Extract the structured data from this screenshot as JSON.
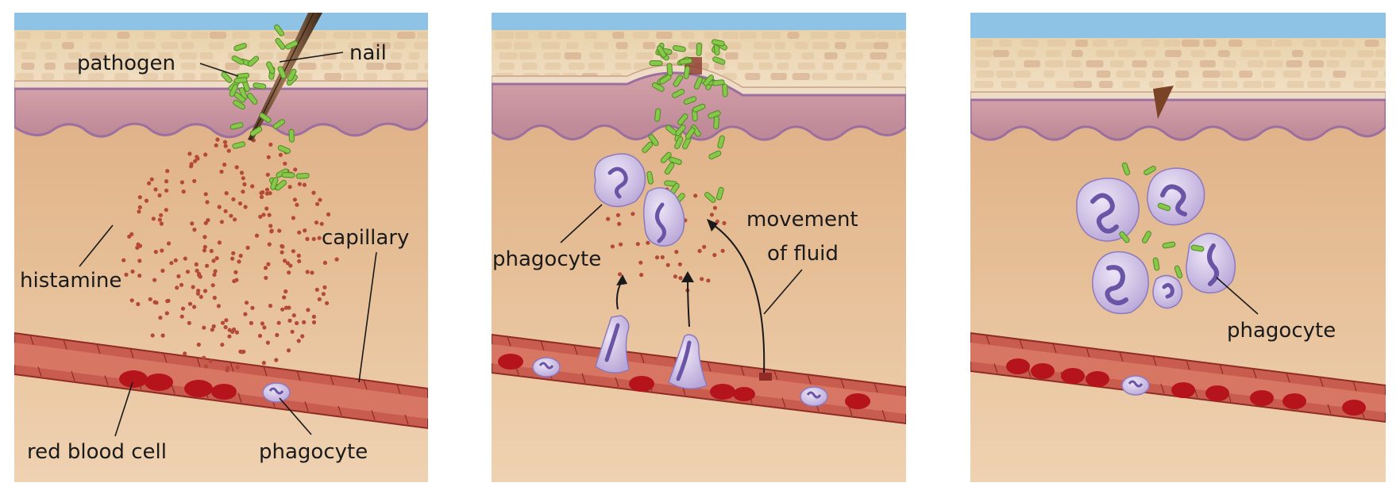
{
  "labels": {
    "pathogen": "pathogen",
    "nail": "nail",
    "histamine": "histamine",
    "capillary": "capillary",
    "red_blood_cell": "red blood cell",
    "phagocyte": "phagocyte",
    "movement_1": "movement",
    "movement_2": "of fluid"
  },
  "colors": {
    "sky": "#8fc3e6",
    "epidermis": "#ead5b0",
    "dermis_band": "#c78d9c",
    "dermis_wave": "#a87bb0",
    "tissue": "#e2b58d",
    "capillary_wall": "#b9463c",
    "capillary_lumen": "#cf6a5a",
    "rbc": "#b5141c",
    "phagocyte": "#cbbde0",
    "phagocyte_nucleus": "#7e68b0",
    "bacteria": "#86c84a",
    "histamine": "#b44a36",
    "nail": "#6a4a33"
  },
  "icons": {
    "pathogen": "rod-bacterium-icon",
    "phagocyte": "white-blood-cell-icon",
    "red_blood_cell": "red-blood-cell-icon",
    "nail": "nail-icon"
  }
}
